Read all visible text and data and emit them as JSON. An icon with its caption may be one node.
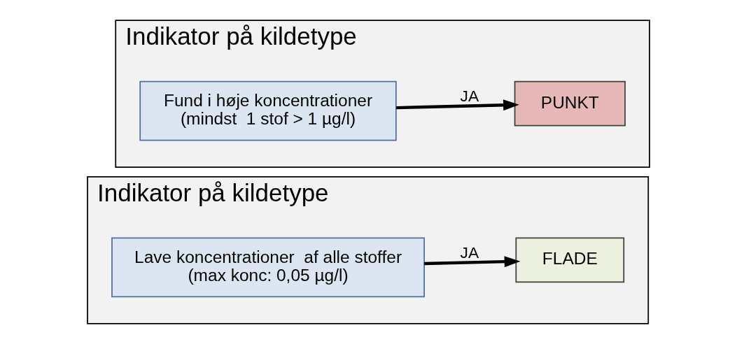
{
  "diagram": {
    "nodes": [
      {
        "text": [
          "Indikator på kildetype"
        ]
      },
      {
        "text": [
          "FLADE"
        ],
        "in": 0
      },
      {
        "text": [
          "Lave koncentrationer  af alle stoffer",
          "(max konc: 0,05 µg/l)"
        ],
        "in": 0
      },
      {
        "text": [
          "Indikator på kildetype"
        ]
      },
      {
        "text": [
          "Fund i høje koncentrationer",
          "(mindst  1 stof > 1 µg/l)"
        ],
        "in": 3
      },
      {
        "text": [
          "PUNKT"
        ],
        "in": 3
      }
    ],
    "edges": [
      {
        "from": 2,
        "to": 1,
        "arrow": "to",
        "label": "JA"
      },
      {
        "from": 4,
        "to": 5,
        "arrow": "to",
        "label": "JA"
      }
    ]
  }
}
